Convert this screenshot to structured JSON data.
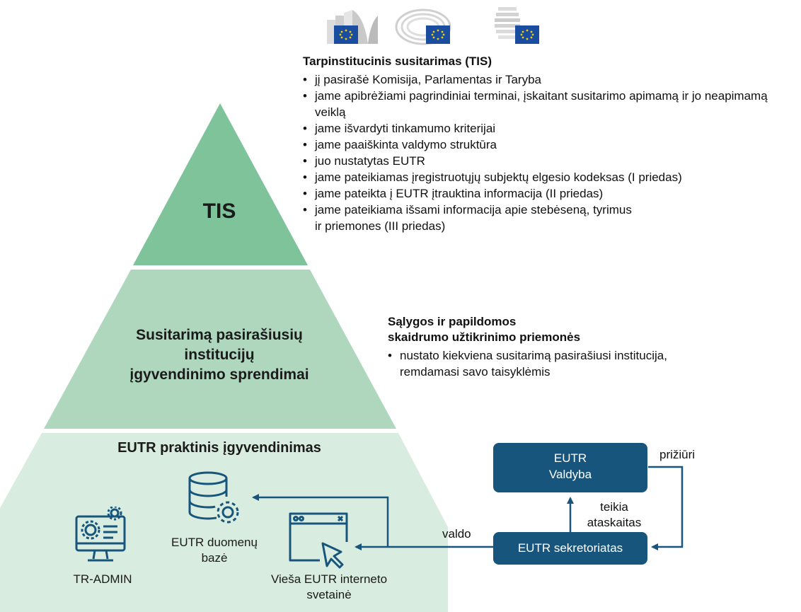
{
  "logos": [
    {
      "name": "european-commission-logo"
    },
    {
      "name": "european-parliament-logo"
    },
    {
      "name": "council-logo"
    }
  ],
  "pyramid": {
    "top_label": "TIS",
    "middle_label_lines": [
      "Susitarimą pasirašiusių",
      "institucijų",
      "įgyvendinimo sprendimai"
    ],
    "bottom_title": "EUTR praktinis įgyvendinimas",
    "colors": {
      "top": "#7fc39b",
      "middle": "#aed7be",
      "bottom": "#d9ece0"
    }
  },
  "tis_block": {
    "title": "Tarpinstitucinis susitarimas (TIS)",
    "items": [
      "jį pasirašė Komisija, Parlamentas ir Taryba",
      "jame apibrėžiami pagrindiniai terminai, įskaitant susitarimo apimamą ir jo neapimamą veiklą",
      "jame išvardyti tinkamumo kriterijai",
      "jame paaiškinta valdymo struktūra",
      "juo nustatytas EUTR",
      "jame pateikiamas įregistruotųjų subjektų elgesio kodeksas (I priedas)",
      "jame pateikta į EUTR įtrauktina informacija (II priedas)",
      "jame pateikiama išsami informacija apie stebėseną, tyrimus ir priemones (III priedas)"
    ]
  },
  "conditions_block": {
    "title_lines": [
      "Sąlygos ir papildomos",
      "skaidrumo užtikrinimo priemonės"
    ],
    "items": [
      "nustato kiekviena susitarimą pasirašiusi institucija, remdamasi savo taisyklėmis"
    ]
  },
  "icons": {
    "tr_admin": {
      "icon": "computer-settings-icon",
      "label": "TR-ADMIN"
    },
    "database": {
      "icon": "database-settings-icon",
      "label_lines": [
        "EUTR duomenų",
        "bazė"
      ]
    },
    "website": {
      "icon": "browser-window-icon",
      "label_lines": [
        "Vieša EUTR interneto",
        "svetainė"
      ]
    }
  },
  "governance": {
    "board_lines": [
      "EUTR",
      "Valdyba"
    ],
    "secretariat": "EUTR sekretoriatas",
    "supervises": "prižiūri",
    "reports_lines": [
      "teikia",
      "ataskaitas"
    ],
    "manages": "valdo",
    "box_color": "#17557c"
  }
}
